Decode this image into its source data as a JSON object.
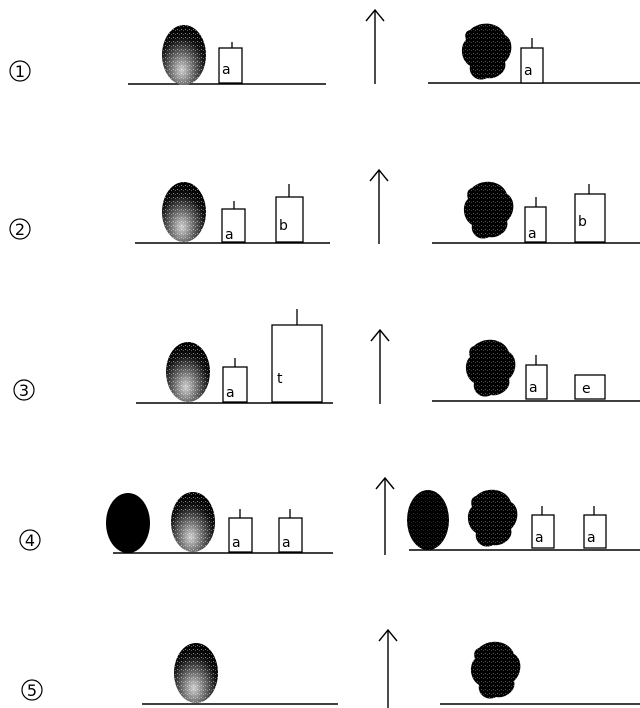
{
  "rows": [
    {
      "number": "1",
      "left": {
        "objects": [
          "speckled-egg"
        ],
        "boxes": [
          "a"
        ]
      },
      "right": {
        "objects": [
          "blob"
        ],
        "boxes": [
          "a"
        ]
      }
    },
    {
      "number": "2",
      "left": {
        "objects": [
          "speckled-egg"
        ],
        "boxes": [
          "a",
          "b"
        ]
      },
      "right": {
        "objects": [
          "blob"
        ],
        "boxes": [
          "a",
          "b"
        ]
      }
    },
    {
      "number": "3",
      "left": {
        "objects": [
          "speckled-egg"
        ],
        "boxes": [
          "a",
          "t"
        ]
      },
      "right": {
        "objects": [
          "blob"
        ],
        "boxes": [
          "a",
          "e"
        ]
      }
    },
    {
      "number": "4",
      "left": {
        "objects": [
          "black-egg",
          "speckled-egg"
        ],
        "boxes": [
          "a",
          "a"
        ]
      },
      "right": {
        "objects": [
          "black-egg",
          "blob"
        ],
        "boxes": [
          "a",
          "a"
        ]
      }
    },
    {
      "number": "5",
      "left": {
        "objects": [
          "speckled-egg"
        ],
        "boxes": []
      },
      "right": {
        "objects": [
          "blob"
        ],
        "boxes": []
      }
    }
  ]
}
